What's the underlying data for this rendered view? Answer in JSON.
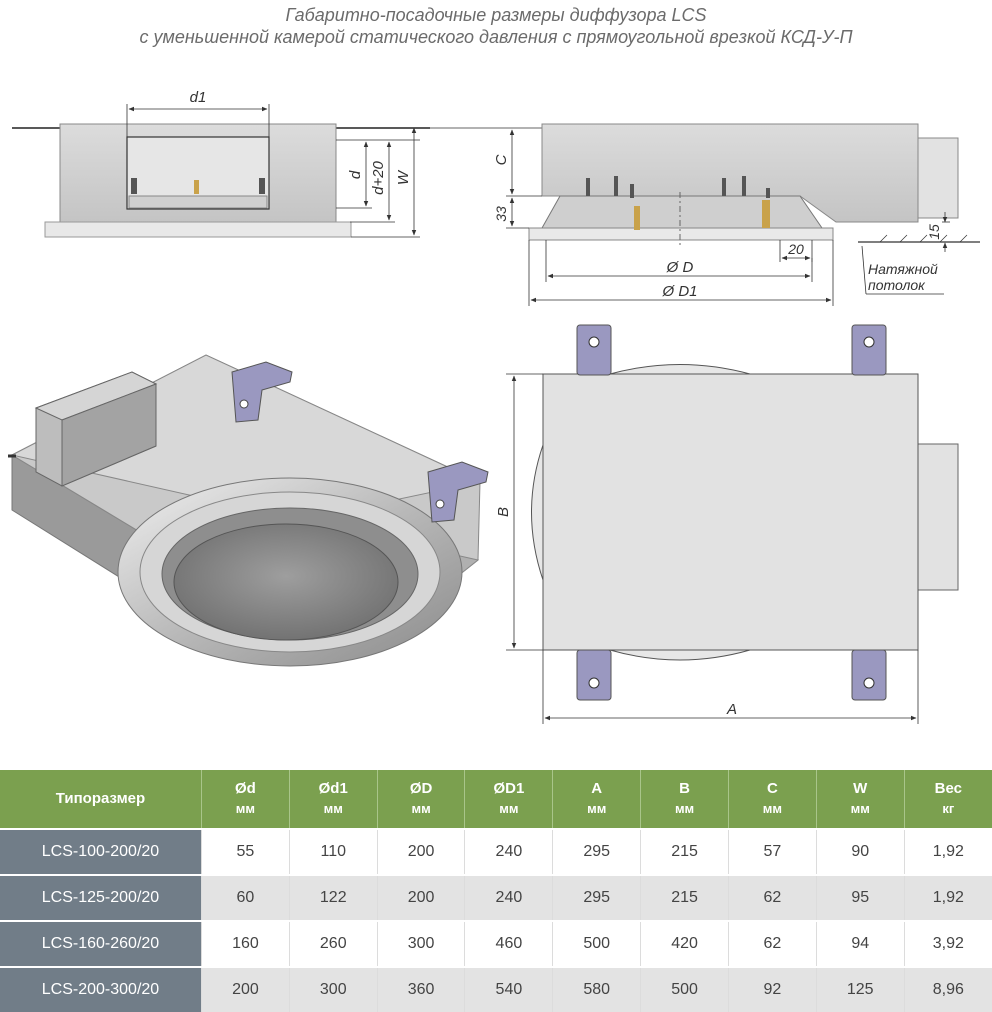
{
  "title": {
    "line1": "Габаритно-посадочные размеры диффузора LCS",
    "line2": "с уменьшенной камерой статического давления с прямоугольной врезкой КСД-У-П"
  },
  "front_view": {
    "label_d1": "d1",
    "label_d": "d",
    "label_d20": "d+20",
    "label_W": "W"
  },
  "side_view": {
    "label_C": "C",
    "label_33": "33",
    "label_15": "15",
    "label_20": "20",
    "label_D": "Ø D",
    "label_D1": "Ø D1",
    "ceiling_note_line1": "Натяжной",
    "ceiling_note_line2": "потолок"
  },
  "top_view": {
    "label_A": "A",
    "label_B": "B"
  },
  "table": {
    "header_name": "Типоразмер",
    "columns": [
      {
        "name": "Ød",
        "unit": "мм"
      },
      {
        "name": "Ød1",
        "unit": "мм"
      },
      {
        "name": "ØD",
        "unit": "мм"
      },
      {
        "name": "ØD1",
        "unit": "мм"
      },
      {
        "name": "A",
        "unit": "мм"
      },
      {
        "name": "B",
        "unit": "мм"
      },
      {
        "name": "C",
        "unit": "мм"
      },
      {
        "name": "W",
        "unit": "мм"
      },
      {
        "name": "Вес",
        "unit": "кг"
      }
    ],
    "rows": [
      {
        "name": "LCS-100-200/20",
        "values": [
          "55",
          "110",
          "200",
          "240",
          "295",
          "215",
          "57",
          "90",
          "1,92"
        ]
      },
      {
        "name": "LCS-125-200/20",
        "values": [
          "60",
          "122",
          "200",
          "240",
          "295",
          "215",
          "62",
          "95",
          "1,92"
        ]
      },
      {
        "name": "LCS-160-260/20",
        "values": [
          "160",
          "260",
          "300",
          "460",
          "500",
          "420",
          "62",
          "94",
          "3,92"
        ]
      },
      {
        "name": "LCS-200-300/20",
        "values": [
          "200",
          "300",
          "360",
          "540",
          "580",
          "500",
          "92",
          "125",
          "8,96"
        ]
      }
    ]
  },
  "colors": {
    "header_green": "#7ba04f",
    "row_label_gray": "#717d88",
    "metal_light": "#d9d9d9",
    "metal_dark": "#a4a4a4",
    "bracket_purple": "#9a98c0"
  }
}
